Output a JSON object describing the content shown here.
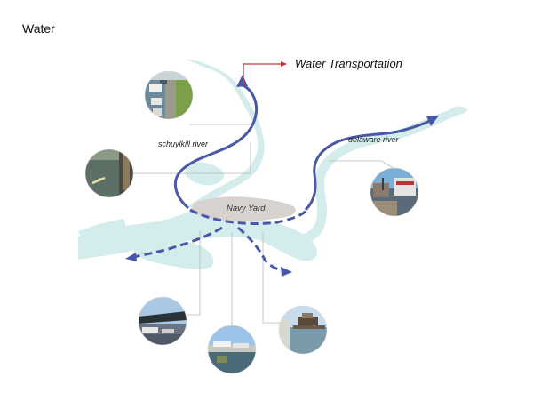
{
  "page": {
    "title": "Water"
  },
  "diagram": {
    "heading": "Water Transportation",
    "labels": {
      "schuylkill": "schuylkill river",
      "delaware": "delaware river",
      "navy_yard": "Navy Yard"
    }
  },
  "colors": {
    "water": "#d5ecec",
    "route": "#4a58a8",
    "arrow_red": "#c03a3a",
    "yard": "#d8d2cf",
    "leader": "#b8b8b8"
  },
  "photos": [
    {
      "subject": "boats-docked-at-pier"
    },
    {
      "subject": "rowing-on-river"
    },
    {
      "subject": "waterfront-ferries"
    },
    {
      "subject": "ship-terminal"
    },
    {
      "subject": "marina-boats"
    },
    {
      "subject": "harbor-pier"
    }
  ]
}
